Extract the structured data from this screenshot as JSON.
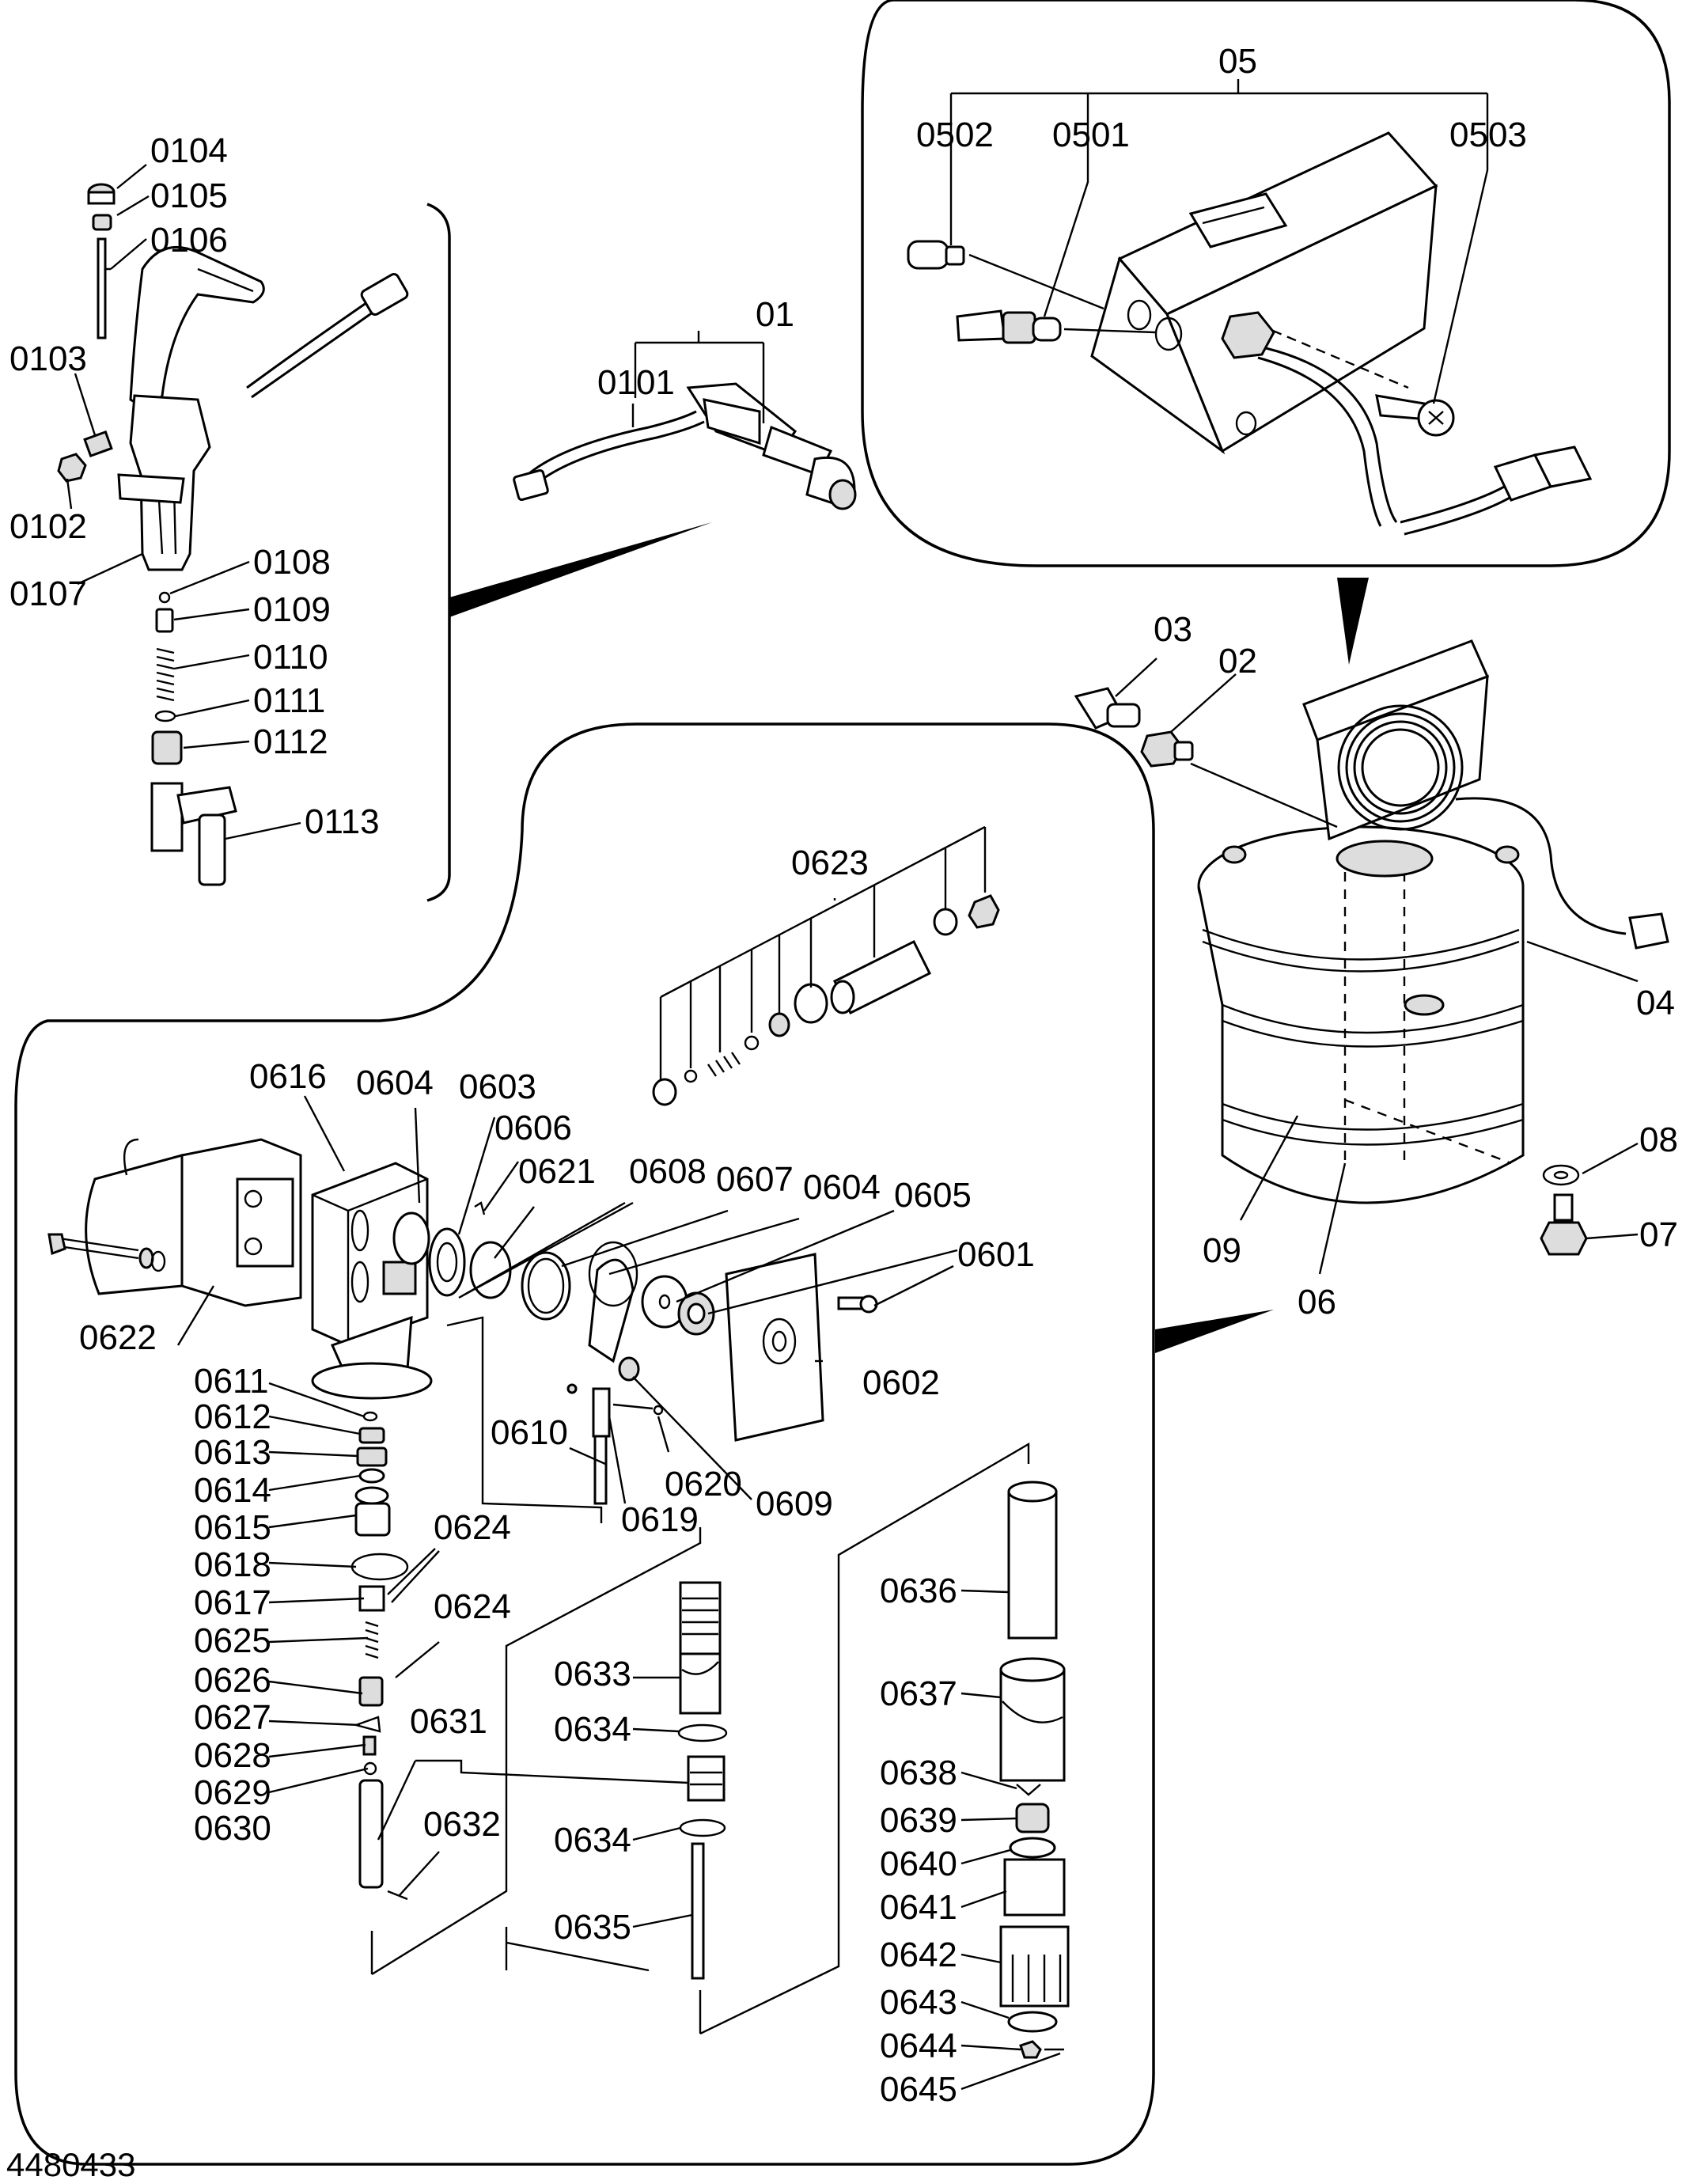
{
  "document_id": "4480433",
  "callouts": {
    "p01": "01",
    "p0101": "0101",
    "p0102": "0102",
    "p0103": "0103",
    "p0104": "0104",
    "p0105": "0105",
    "p0106": "0106",
    "p0107": "0107",
    "p0108": "0108",
    "p0109": "0109",
    "p0110": "0110",
    "p0111": "0111",
    "p0112": "0112",
    "p0113": "0113",
    "p02": "02",
    "p03": "03",
    "p04": "04",
    "p05": "05",
    "p0501": "0501",
    "p0502": "0502",
    "p0503": "0503",
    "p06": "06",
    "p07": "07",
    "p08": "08",
    "p09": "09",
    "p0601": "0601",
    "p0602": "0602",
    "p0603": "0603",
    "p0604a": "0604",
    "p0604b": "0604",
    "p0605": "0605",
    "p0606": "0606",
    "p0607": "0607",
    "p0608": "0608",
    "p0609": "0609",
    "p0610": "0610",
    "p0611": "0611",
    "p0612": "0612",
    "p0613": "0613",
    "p0614": "0614",
    "p0615": "0615",
    "p0616": "0616",
    "p0617": "0617",
    "p0618": "0618",
    "p0619": "0619",
    "p0620": "0620",
    "p0621": "0621",
    "p0622": "0622",
    "p0623": "0623",
    "p0624a": "0624",
    "p0624b": "0624",
    "p0625": "0625",
    "p0626": "0626",
    "p0627": "0627",
    "p0628": "0628",
    "p0629": "0629",
    "p0630": "0630",
    "p0631": "0631",
    "p0632": "0632",
    "p0633": "0633",
    "p0634a": "0634",
    "p0634b": "0634",
    "p0635": "0635",
    "p0636": "0636",
    "p0637": "0637",
    "p0638": "0638",
    "p0639": "0639",
    "p0640": "0640",
    "p0641": "0641",
    "p0642": "0642",
    "p0643": "0643",
    "p0644": "0644",
    "p0645": "0645"
  }
}
